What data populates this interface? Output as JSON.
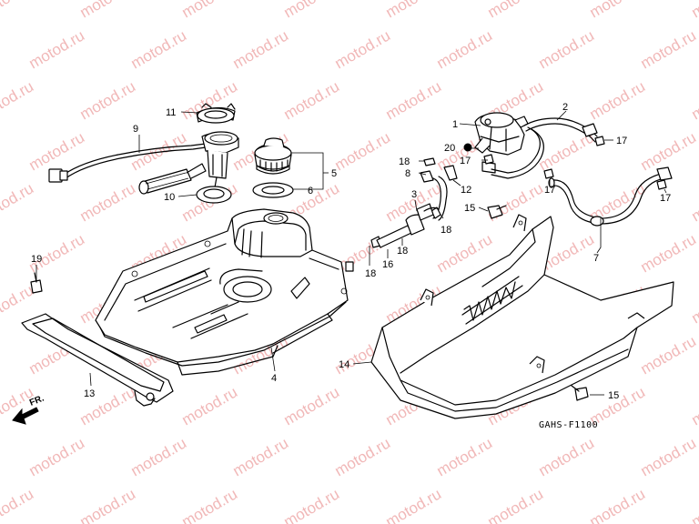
{
  "watermark": "motod.ru",
  "diagram_code": "GAHS-F1100",
  "direction_label": "FR.",
  "callouts": {
    "c1": "1",
    "c2": "2",
    "c4": "4",
    "c5": "5",
    "c6": "6",
    "c7": "7",
    "c8": "8",
    "c9": "9",
    "c10": "10",
    "c11": "11",
    "c12": "12",
    "c13": "13",
    "c14": "14",
    "c15a": "15",
    "c15b": "15",
    "c16": "16",
    "c17a": "17",
    "c17b": "17",
    "c17c": "17",
    "c17d": "17",
    "c18a": "18",
    "c18b": "18",
    "c18c": "18",
    "c18d": "18",
    "c19": "19",
    "c20": "20"
  },
  "colors": {
    "line": "#000000",
    "watermark": "#f1b8b8",
    "background": "#ffffff"
  }
}
